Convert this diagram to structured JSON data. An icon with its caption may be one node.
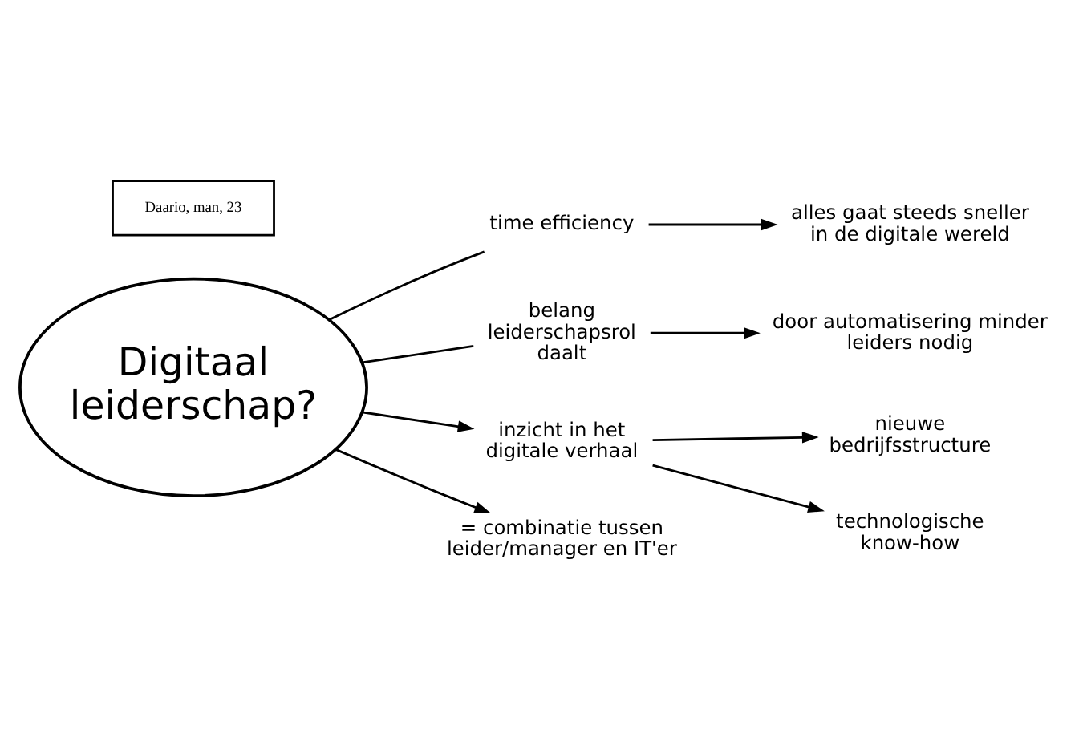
{
  "diagram": {
    "nodes": [
      {
        "text": [
          "Digitaal leiderschap?"
        ]
      },
      {
        "text": [
          "time efficiency"
        ]
      },
      {
        "text": [
          "alles gaat steeds sneller in de digitale wereld"
        ]
      },
      {
        "text": [
          "belang leiderschapsrol daalt"
        ]
      },
      {
        "text": [
          "door automatisering minder leiders nodig"
        ]
      },
      {
        "text": [
          "inzicht in het digitale verhaal"
        ]
      },
      {
        "text": [
          "nieuwe bedrijfsstructure"
        ]
      },
      {
        "text": [
          "technologische know-how"
        ]
      },
      {
        "text": [
          "= combinatie tussen leider/manager en IT'er"
        ]
      },
      {
        "text": [
          "Daario, man, 23"
        ]
      }
    ],
    "edges": [
      {
        "from": 0,
        "to": 1,
        "arrow": "none"
      },
      {
        "from": 1,
        "to": 2,
        "arrow": "to"
      },
      {
        "from": 0,
        "to": 3,
        "arrow": "none"
      },
      {
        "from": 3,
        "to": 4,
        "arrow": "to"
      },
      {
        "from": 0,
        "to": 5,
        "arrow": "to"
      },
      {
        "from": 5,
        "to": 7,
        "arrow": "to"
      },
      {
        "from": 5,
        "to": 6,
        "arrow": "to"
      },
      {
        "from": 0,
        "to": 8,
        "arrow": "to"
      }
    ]
  }
}
